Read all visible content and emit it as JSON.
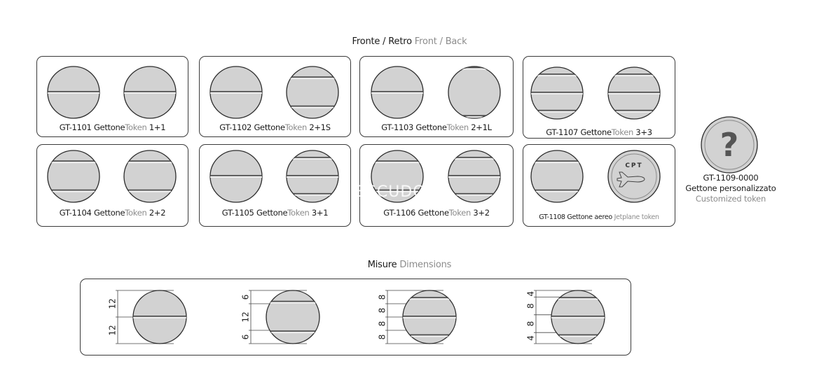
{
  "section_front_back": {
    "it": "Fronte / Retro",
    "en": "Front / Back"
  },
  "tokens": [
    {
      "code": "GT-1101",
      "it": "Gettone",
      "en": "Token",
      "variant": "1+1",
      "front": "1",
      "back": "1"
    },
    {
      "code": "GT-1102",
      "it": "Gettone",
      "en": "Token",
      "variant": "2+1S",
      "front": "1",
      "back": "2"
    },
    {
      "code": "GT-1103",
      "it": "Gettone",
      "en": "Token",
      "variant": "2+1L",
      "front": "1",
      "back": "2L"
    },
    {
      "code": "GT-1107",
      "it": "Gettone",
      "en": "Token",
      "variant": "3+3",
      "front": "3",
      "back": "3"
    },
    {
      "code": "GT-1104",
      "it": "Gettone",
      "en": "Token",
      "variant": "2+2",
      "front": "2",
      "back": "2"
    },
    {
      "code": "GT-1105",
      "it": "Gettone",
      "en": "Token",
      "variant": "3+1",
      "front": "1",
      "back": "3"
    },
    {
      "code": "GT-1106",
      "it": "Gettone",
      "en": "Token",
      "variant": "3+2",
      "front": "2",
      "back": "3"
    },
    {
      "code": "GT-1108",
      "it": "Gettone aereo",
      "en": "Jetplane token",
      "variant": "",
      "front": "2",
      "back": "plane"
    }
  ],
  "plane_token_text": "CPT",
  "custom_token": {
    "symbol": "?",
    "code": "GT-1109-0000",
    "it": "Gettone personalizzato",
    "en": "Customized token"
  },
  "section_dimensions": {
    "it": "Misure",
    "en": "Dimensions"
  },
  "dimensions": [
    {
      "labels": [
        "12",
        "12"
      ]
    },
    {
      "labels": [
        "6",
        "12",
        "6"
      ]
    },
    {
      "labels": [
        "8",
        "8",
        "8",
        "8"
      ]
    },
    {
      "labels": [
        "4",
        "8",
        "8",
        "4"
      ]
    }
  ],
  "watermark": "ESCUDO",
  "colors": {
    "token_fill": "#d2d2d2",
    "token_stroke": "#2b2b2b",
    "groove": "#4a4a4a",
    "groove_light": "#f2f2f2",
    "label_en": "#8c8c8c"
  }
}
